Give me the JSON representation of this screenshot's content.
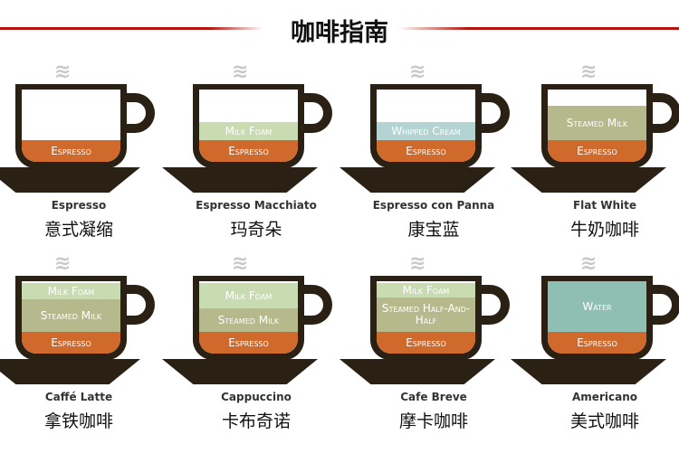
{
  "title": "咖啡指南",
  "colors": {
    "espresso": "#d06a2c",
    "foam": "#c9dbb1",
    "cream": "#b3d4d2",
    "milk": "#b5b98c",
    "water": "#8fbfb3",
    "cup": "#2a2114",
    "accent": "#b3150e"
  },
  "steam": "≋",
  "drinks": [
    {
      "name": "Espresso",
      "zh": "意式凝缩",
      "layers": [
        {
          "label": "Espresso",
          "color": "espresso",
          "fraction": 0.3
        }
      ]
    },
    {
      "name": "Espresso Macchiato",
      "zh": "玛奇朵",
      "layers": [
        {
          "label": "Milk Foam",
          "color": "foam",
          "fraction": 0.25
        },
        {
          "label": "Espresso",
          "color": "espresso",
          "fraction": 0.3
        }
      ]
    },
    {
      "name": "Espresso con Panna",
      "zh": "康宝蓝",
      "layers": [
        {
          "label": "Whipped Cream",
          "color": "cream",
          "fraction": 0.25
        },
        {
          "label": "Espresso",
          "color": "espresso",
          "fraction": 0.3
        }
      ]
    },
    {
      "name": "Flat White",
      "zh": "牛奶咖啡",
      "layers": [
        {
          "label": "Steamed Milk",
          "color": "milk",
          "fraction": 0.47
        },
        {
          "label": "Espresso",
          "color": "espresso",
          "fraction": 0.3
        }
      ]
    },
    {
      "name": "Caffé Latte",
      "zh": "拿铁咖啡",
      "layers": [
        {
          "label": "Milk Foam",
          "color": "foam",
          "fraction": 0.22
        },
        {
          "label": "Steamed Milk",
          "color": "milk",
          "fraction": 0.45
        },
        {
          "label": "Espresso",
          "color": "espresso",
          "fraction": 0.3
        }
      ]
    },
    {
      "name": "Cappuccino",
      "zh": "卡布奇诺",
      "layers": [
        {
          "label": "Milk Foam",
          "color": "foam",
          "fraction": 0.35
        },
        {
          "label": "Steamed Milk",
          "color": "milk",
          "fraction": 0.32
        },
        {
          "label": "Espresso",
          "color": "espresso",
          "fraction": 0.3
        }
      ]
    },
    {
      "name": "Cafe Breve",
      "zh": "摩卡咖啡",
      "layers": [
        {
          "label": "Milk Foam",
          "color": "foam",
          "fraction": 0.2
        },
        {
          "label": "Steamed Half-And-Half",
          "color": "milk",
          "fraction": 0.47
        },
        {
          "label": "Espresso",
          "color": "espresso",
          "fraction": 0.3
        }
      ]
    },
    {
      "name": "Americano",
      "zh": "美式咖啡",
      "layers": [
        {
          "label": "Water",
          "color": "water",
          "fraction": 0.7
        },
        {
          "label": "Espresso",
          "color": "espresso",
          "fraction": 0.3
        }
      ]
    }
  ]
}
